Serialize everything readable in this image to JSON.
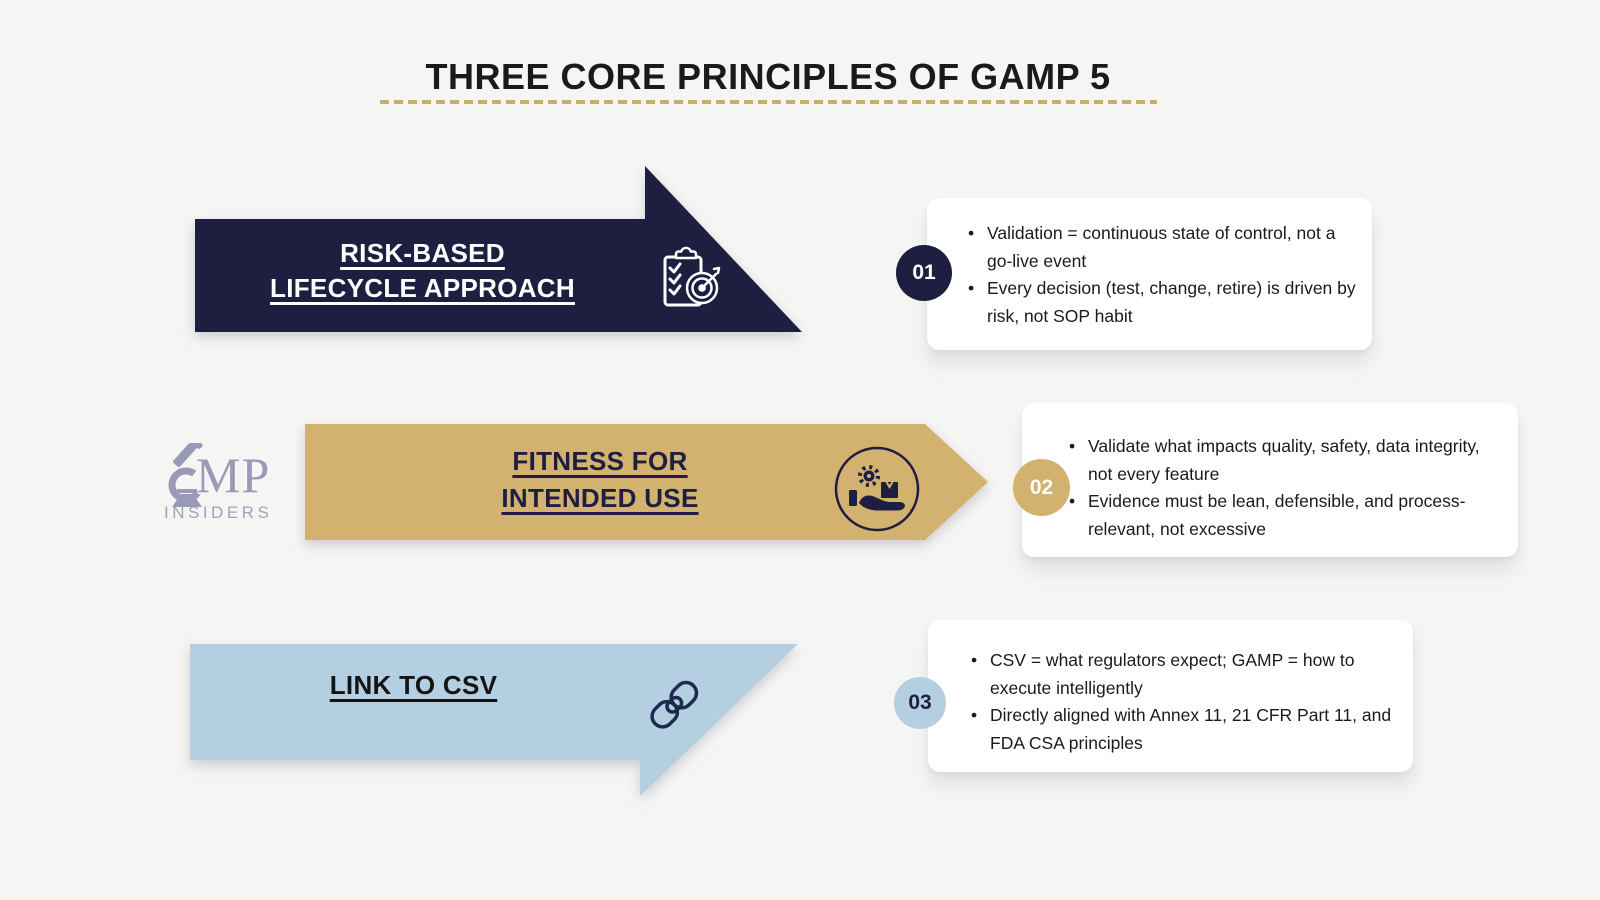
{
  "title": "THREE CORE PRINCIPLES OF GAMP 5",
  "logo": {
    "brand_main": "MP",
    "brand_sub": "INSIDERS"
  },
  "principles": [
    {
      "number": "01",
      "label_lines": [
        "RISK-BASED",
        "LIFECYCLE APPROACH"
      ],
      "icon": "clipboard-checklist-target-icon",
      "bullets": [
        "Validation = continuous state of control, not a go-live event",
        "Every decision (test, change, retire) is driven by risk, not SOP habit"
      ]
    },
    {
      "number": "02",
      "label_lines": [
        "FITNESS FOR",
        "INTENDED USE"
      ],
      "icon": "hand-holding-box-gear-icon",
      "bullets": [
        "Validate what impacts quality, safety, data integrity, not every feature",
        "Evidence must be lean, defensible, and process-relevant, not excessive"
      ]
    },
    {
      "number": "03",
      "label_lines": [
        "LINK TO CSV"
      ],
      "icon": "chain-link-icon",
      "bullets": [
        "CSV = what regulators expect; GAMP = how to execute intelligently",
        "Directly aligned with Annex 11, 21 CFR Part 11, and FDA CSA principles"
      ]
    }
  ],
  "colors": {
    "navy": "#1e1e40",
    "gold": "#d2b26e",
    "light_blue": "#b4cfe2",
    "gold_dash": "#c9ae6b",
    "background": "#f5f5f3",
    "card_white": "#ffffff",
    "logo_purple": "#9a99b8",
    "text_dark": "#1a1a1a"
  }
}
